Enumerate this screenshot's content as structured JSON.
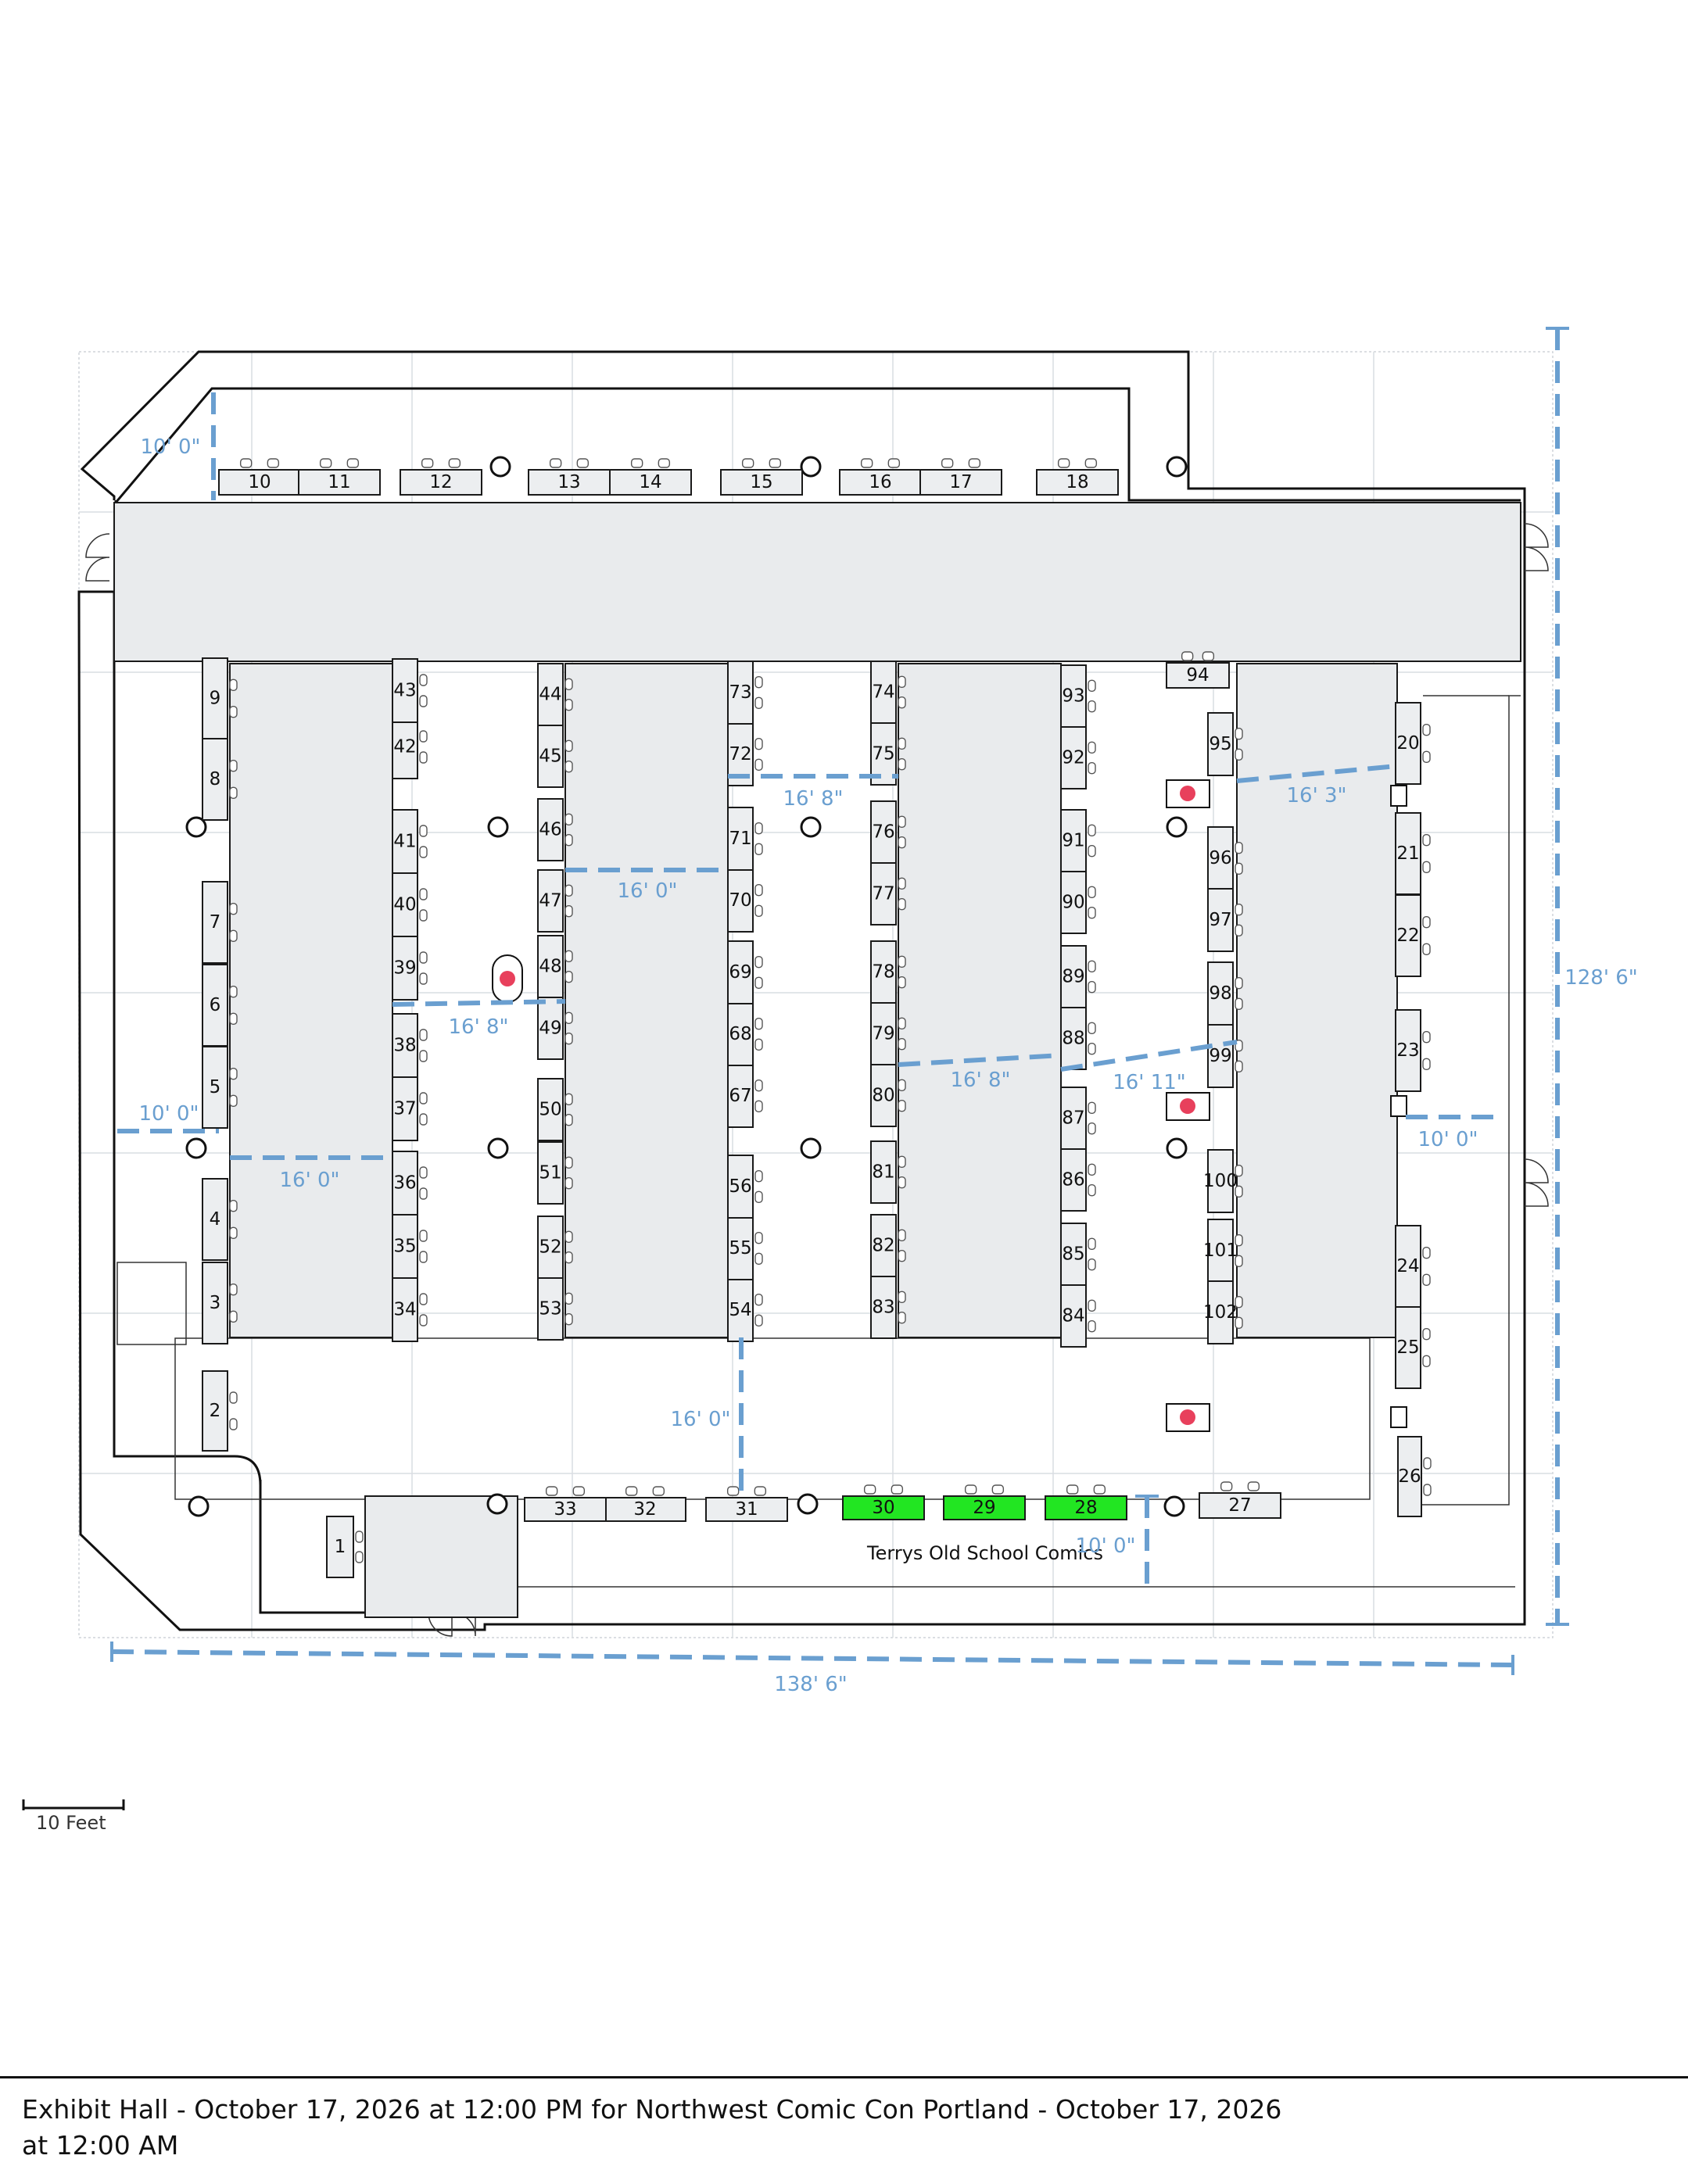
{
  "footer": {
    "title": "Exhibit Hall - October 17, 2026 at 12:00 PM for Northwest Comic Con Portland - October 17, 2026 at 12:00 AM"
  },
  "scale": {
    "label": "10 Feet"
  },
  "highlight_color": "#22e622",
  "dimension_color": "#6a9fd0",
  "booths": {
    "b1": "1",
    "b2": "2",
    "b3": "3",
    "b4": "4",
    "b5": "5",
    "b6": "6",
    "b7": "7",
    "b8": "8",
    "b9": "9",
    "b10": "10",
    "b11": "11",
    "b12": "12",
    "b13": "13",
    "b14": "14",
    "b15": "15",
    "b16": "16",
    "b17": "17",
    "b18": "18",
    "b20": "20",
    "b21": "21",
    "b22": "22",
    "b23": "23",
    "b24": "24",
    "b25": "25",
    "b26": "26",
    "b27": "27",
    "b28": "28",
    "b29": "29",
    "b30": "30",
    "b31": "31",
    "b32": "32",
    "b33": "33",
    "b34": "34",
    "b35": "35",
    "b36": "36",
    "b37": "37",
    "b38": "38",
    "b39": "39",
    "b40": "40",
    "b41": "41",
    "b42": "42",
    "b43": "43",
    "b44": "44",
    "b45": "45",
    "b46": "46",
    "b47": "47",
    "b48": "48",
    "b49": "49",
    "b50": "50",
    "b51": "51",
    "b52": "52",
    "b53": "53",
    "b54": "54",
    "b55": "55",
    "b56": "56",
    "b67": "67",
    "b68": "68",
    "b69": "69",
    "b70": "70",
    "b71": "71",
    "b72": "72",
    "b73": "73",
    "b74": "74",
    "b75": "75",
    "b76": "76",
    "b77": "77",
    "b78": "78",
    "b79": "79",
    "b80": "80",
    "b81": "81",
    "b82": "82",
    "b83": "83",
    "b84": "84",
    "b85": "85",
    "b86": "86",
    "b87": "87",
    "b88": "88",
    "b89": "89",
    "b90": "90",
    "b91": "91",
    "b92": "92",
    "b93": "93",
    "b94": "94",
    "b95": "95",
    "b96": "96",
    "b97": "97",
    "b98": "98",
    "b99": "99",
    "b100": "100",
    "b101": "101",
    "b102": "102"
  },
  "highlighted_booths": [
    "28",
    "29",
    "30"
  ],
  "exhibitor_label": "Terrys Old School Comics",
  "dimensions": {
    "d_top_left": "10' 0\"",
    "d_left": "10' 0\"",
    "d_aisle_a": "16' 0\"",
    "d_aisle_b": "16' 8\"",
    "d_aisle_c": "16' 0\"",
    "d_aisle_d": "16' 8\"",
    "d_aisle_e": "16' 8\"",
    "d_aisle_f": "16' 11\"",
    "d_aisle_g": "16' 3\"",
    "d_right": "10' 0\"",
    "d_bottom_aisle": "16' 0\"",
    "d_bottom_right": "10' 0\"",
    "d_height": "128' 6\"",
    "d_width": "138' 6\""
  }
}
